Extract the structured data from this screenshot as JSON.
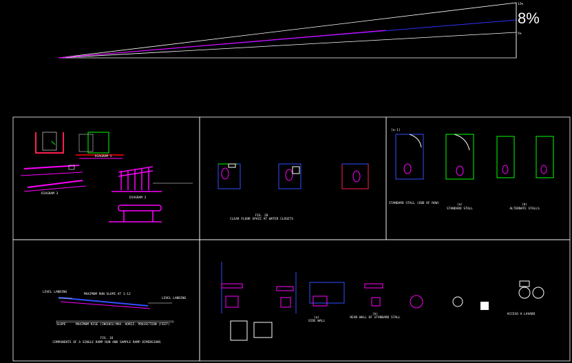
{
  "slope": {
    "main_label": "8%",
    "upper_label": "12%",
    "lower_label": "5%"
  },
  "panels": {
    "ramp_details": {
      "labels": [
        "DIAGRAM 3",
        "DIAGRAM 2",
        "DIAGRAM 1"
      ]
    },
    "water_closets": {
      "caption_1": "FIG. 28",
      "caption_2": "CLEAR FLOOR SPACE AT WATER CLOSETS"
    },
    "stalls": {
      "label_a": "STANDARD STALL (END OF ROW)",
      "label_b": "STANDARD STALL",
      "label_c": "ALTERNATE STALLS",
      "number_b": "(a)",
      "number_c": "(b)",
      "tag": "[a-1]"
    },
    "ramp_section": {
      "left_label": "LEVEL LANDING",
      "right_label": "LEVEL LANDING",
      "top_label": "MAXIMUM RUN SLOPE AT 1:12",
      "table_headers": [
        "SLOPE",
        "MAXIMUM RISE (INCHES)",
        "MAX. HORIZ. PROJECTION (FEET)"
      ],
      "caption": "COMPONENTS OF A SINGLE RAMP RUN AND SAMPLE RAMP DIMENSIONS",
      "fig": "FIG. 16"
    },
    "elevations": {
      "label_a": "SIDE WALL",
      "label_b": "REAR WALL OF STANDARD STALL",
      "label_d": "ACCESO A LAVABO",
      "num_a": "(a)",
      "num_b": "(b)"
    }
  }
}
